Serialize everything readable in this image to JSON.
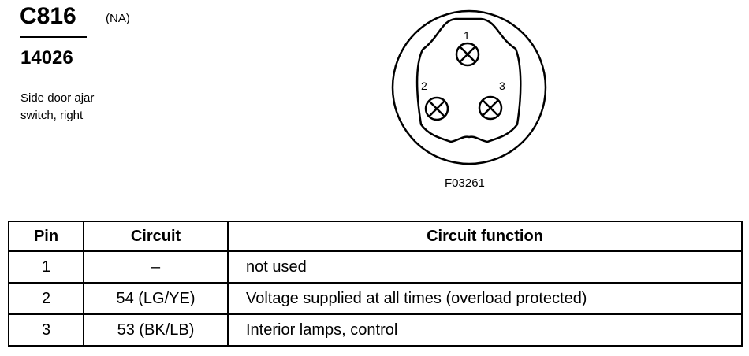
{
  "header": {
    "connector_id": "C816",
    "market": "(NA)",
    "part_number": "14026",
    "description_lines": [
      "Side door ajar",
      "switch, right"
    ]
  },
  "figure": {
    "code": "F03261",
    "pin_labels": [
      "1",
      "2",
      "3"
    ]
  },
  "table": {
    "headers": {
      "pin": "Pin",
      "circuit": "Circuit",
      "function": "Circuit function"
    },
    "rows": [
      {
        "pin": "1",
        "circuit": "–",
        "function": "not used"
      },
      {
        "pin": "2",
        "circuit": "54 (LG/YE)",
        "function": "Voltage supplied at all times (overload protected)"
      },
      {
        "pin": "3",
        "circuit": "53 (BK/LB)",
        "function": "Interior lamps, control"
      }
    ]
  }
}
